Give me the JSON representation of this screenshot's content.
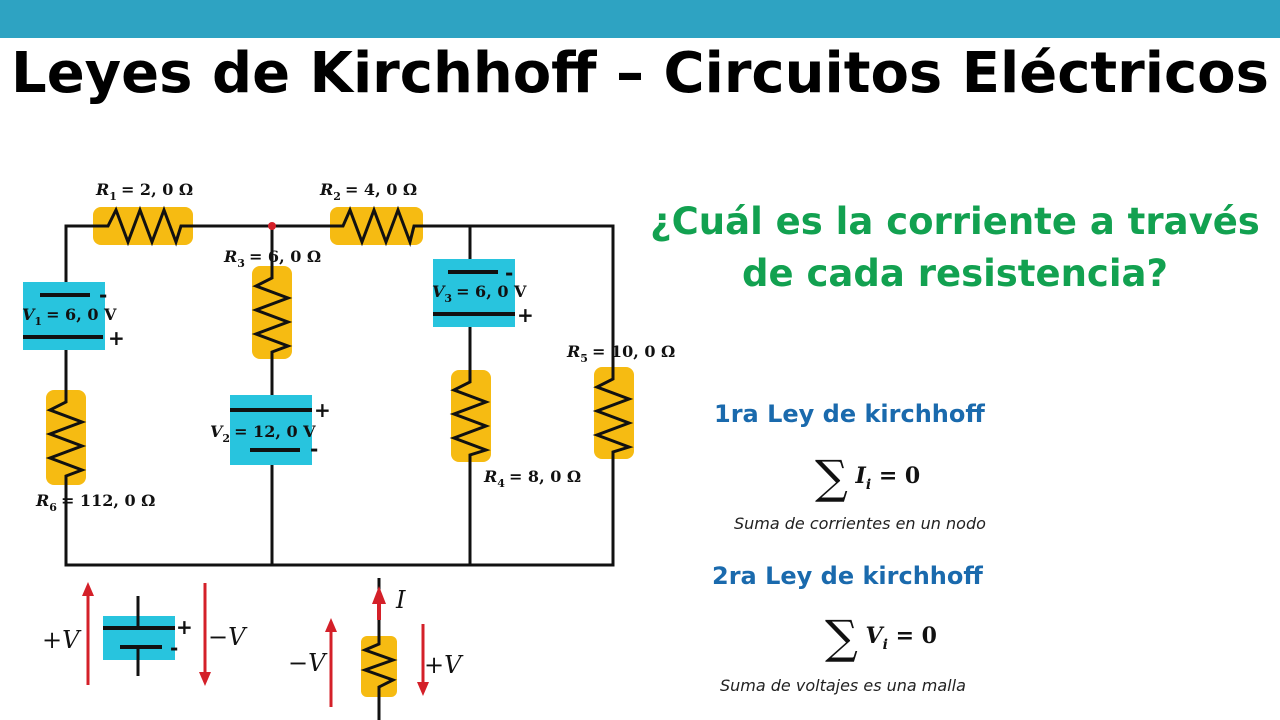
{
  "title": "Leyes de Kirchhoff – Circuitos Eléctricos",
  "question": "¿Cuál es la corriente a través de cada resistencia?",
  "colors": {
    "topbar": "#2ea3c2",
    "question": "#12a150",
    "law_title": "#1a6aad",
    "resistor": "#f6bb12",
    "battery": "#28c4de",
    "arrow": "#d42029",
    "node": "#d42029"
  },
  "circuit": {
    "r1": {
      "name": "R",
      "sub": "1",
      "value": "= 2, 0 Ω"
    },
    "r2": {
      "name": "R",
      "sub": "2",
      "value": "= 4, 0 Ω"
    },
    "r3": {
      "name": "R",
      "sub": "3",
      "value": "= 6, 0 Ω"
    },
    "r4": {
      "name": "R",
      "sub": "4",
      "value": "= 8, 0 Ω"
    },
    "r5": {
      "name": "R",
      "sub": "5",
      "value": "= 10, 0 Ω"
    },
    "r6": {
      "name": "R",
      "sub": "6",
      "value": "= 112, 0 Ω"
    },
    "v1": {
      "name": "V",
      "sub": "1",
      "value": "= 6, 0 V",
      "neg": "-",
      "pos": "+"
    },
    "v2": {
      "name": "V",
      "sub": "2",
      "value": "= 12, 0 V",
      "neg": "-",
      "pos": "+"
    },
    "v3": {
      "name": "V",
      "sub": "3",
      "value": "= 6, 0 V",
      "neg": "-",
      "pos": "+"
    }
  },
  "legend": {
    "battery_plus_v": "+V",
    "battery_minus_v": "−V",
    "battery_pos": "+",
    "battery_neg": "-",
    "resistor_minus_v": "−V",
    "resistor_plus_v": "+V",
    "current": "I"
  },
  "laws": {
    "first_title": "1ra Ley de kirchhoff",
    "first_var": "I",
    "first_sub": "i",
    "first_rhs": "= 0",
    "first_caption": "Suma de corrientes en un nodo",
    "second_title": "2ra Ley de kirchhoff",
    "second_var": "V",
    "second_sub": "i",
    "second_rhs": "= 0",
    "second_caption": "Suma de voltajes es una malla",
    "sigma": "∑"
  }
}
